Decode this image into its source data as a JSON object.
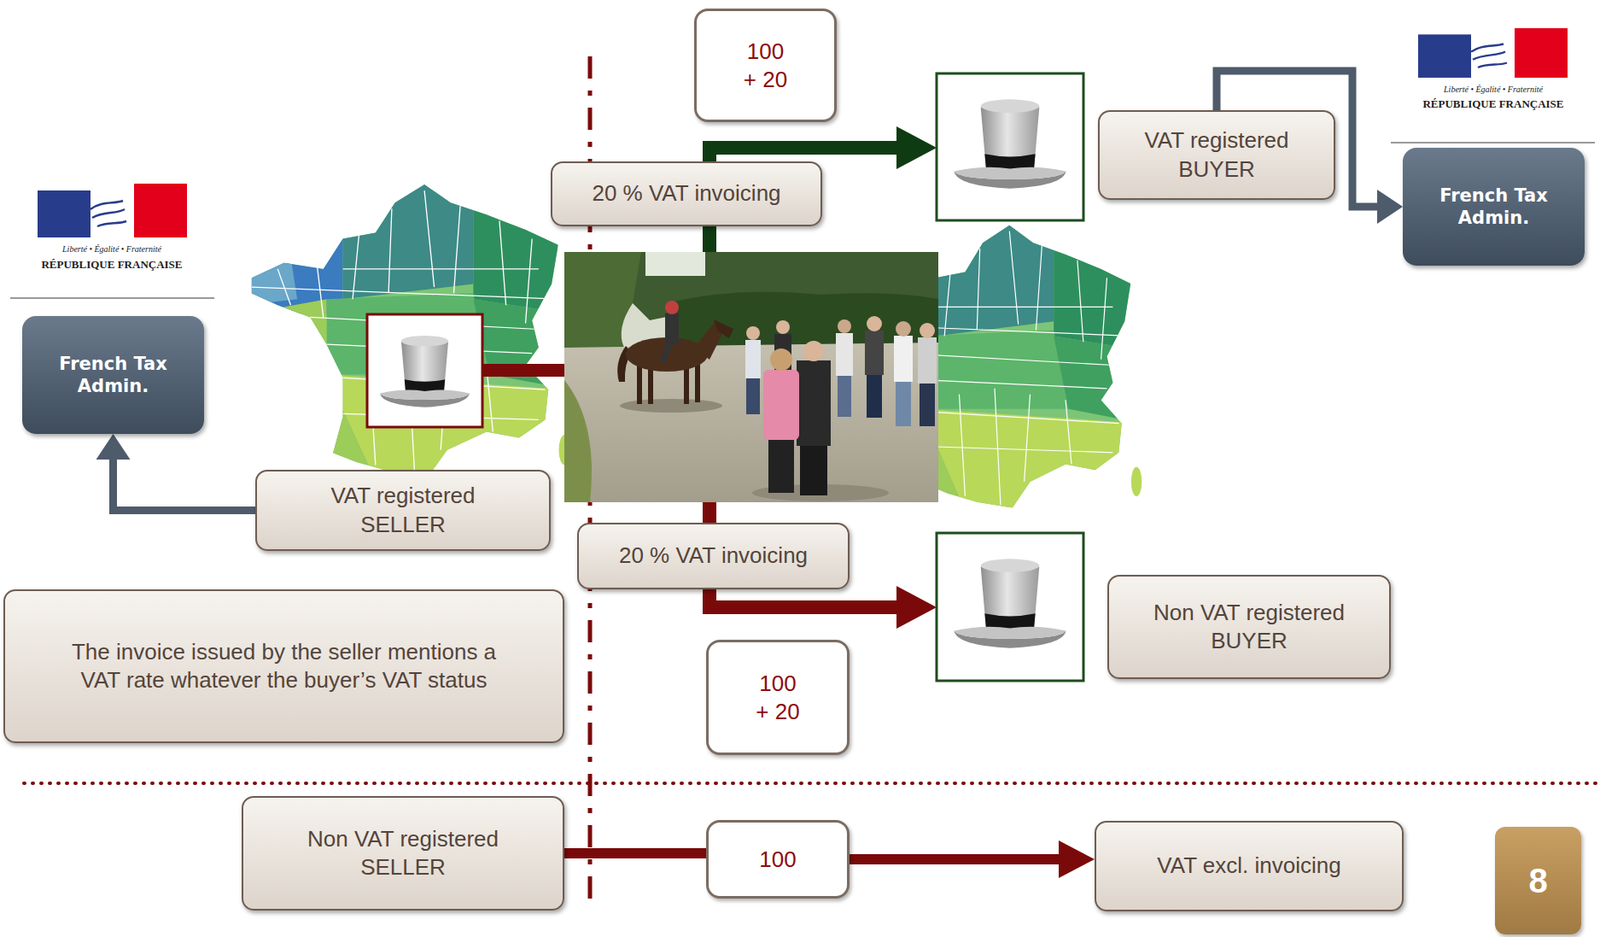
{
  "diagram": {
    "nodes": [
      {
        "text": [
          "100 + 20"
        ]
      },
      {
        "text": [
          "20 % VAT invoicing"
        ]
      },
      {
        "text": [
          "VAT registered BUYER"
        ]
      },
      {
        "text": [
          "French Tax Admin."
        ]
      },
      {
        "text": [
          "French Tax Admin."
        ]
      },
      {
        "text": [
          "VAT registered SELLER"
        ]
      },
      {
        "text": [
          "20 % VAT invoicing"
        ]
      },
      {
        "text": [
          "Non VAT registered BUYER"
        ]
      },
      {
        "text": [
          "The invoice issued by the seller mentions a VAT rate whatever the buyer’s VAT status"
        ]
      },
      {
        "text": [
          "100 + 20"
        ]
      },
      {
        "text": [
          "Non VAT registered SELLER"
        ]
      },
      {
        "text": [
          "100"
        ]
      },
      {
        "text": [
          "VAT excl. invoicing"
        ]
      },
      {
        "text": [
          "8"
        ]
      }
    ],
    "edges": [
      {
        "from": 5,
        "to": 4,
        "arrow": "to"
      },
      {
        "from": 2,
        "to": 3,
        "arrow": "to"
      },
      {
        "from": 10,
        "to": 11,
        "arrow": "none"
      },
      {
        "from": 11,
        "to": 12,
        "arrow": "to"
      }
    ],
    "labels": [
      "Liberté • Égalité • Fraternité",
      "RÉPUBLIQUE FRANÇAISE",
      "Liberté • Égalité • Fraternité",
      "RÉPUBLIQUE FRANÇAISE"
    ]
  }
}
